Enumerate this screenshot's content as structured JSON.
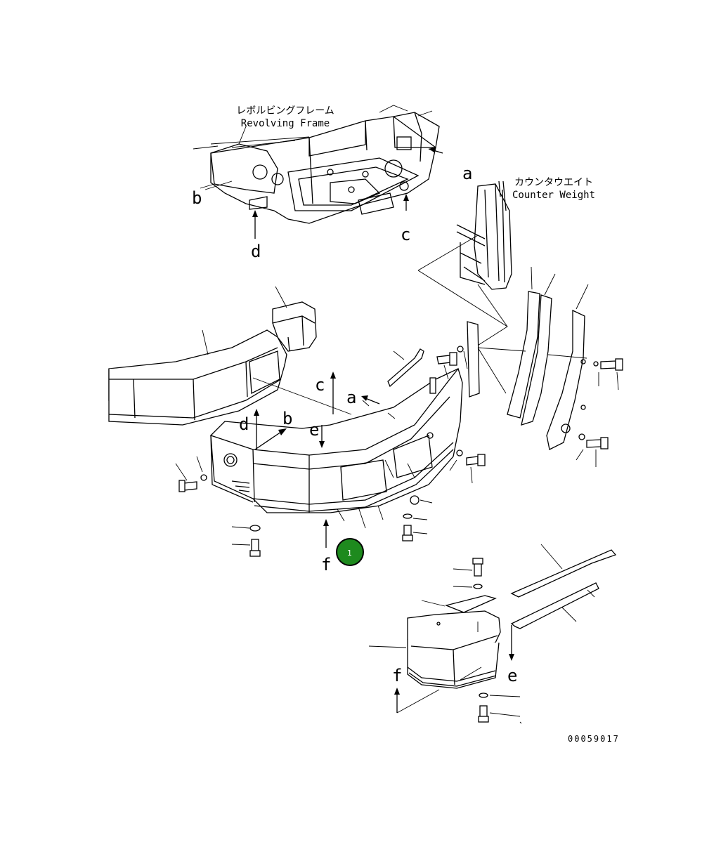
{
  "labels": {
    "revolving_frame_jp": "レボルビングフレーム",
    "revolving_frame_en": "Revolving Frame",
    "counter_weight_jp": "カウンタウエイト",
    "counter_weight_en": "Counter Weight",
    "drawing_number": "00059017"
  },
  "callout": {
    "number": "1",
    "color": "#1e8a1e"
  },
  "arrow_letters": {
    "a_top": "a",
    "b_top": "b",
    "c_top": "c",
    "d_top": "d",
    "a_mid": "a",
    "b_mid": "b",
    "c_mid": "c",
    "d_mid": "d",
    "e_mid": "e",
    "f_mid": "f",
    "e_low": "e",
    "f_low": "f"
  }
}
